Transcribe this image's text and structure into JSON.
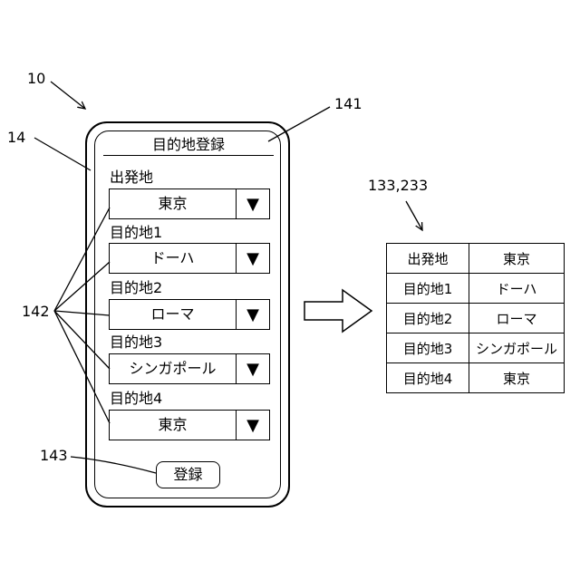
{
  "refs": {
    "device": "10",
    "display": "14",
    "screen": "141",
    "fields": "142",
    "button": "143",
    "storage": "133,233"
  },
  "screen": {
    "title": "目的地登録",
    "fields": [
      {
        "label": "出発地",
        "value": "東京"
      },
      {
        "label": "目的地1",
        "value": "ドーハ"
      },
      {
        "label": "目的地2",
        "value": "ローマ"
      },
      {
        "label": "目的地3",
        "value": "シンガポール"
      },
      {
        "label": "目的地4",
        "value": "東京"
      }
    ],
    "dropdown_arrow": "▼",
    "register_label": "登録"
  },
  "table": {
    "rows": [
      {
        "key": "出発地",
        "value": "東京"
      },
      {
        "key": "目的地1",
        "value": "ドーハ"
      },
      {
        "key": "目的地2",
        "value": "ローマ"
      },
      {
        "key": "目的地3",
        "value": "シンガポール"
      },
      {
        "key": "目的地4",
        "value": "東京"
      }
    ]
  }
}
